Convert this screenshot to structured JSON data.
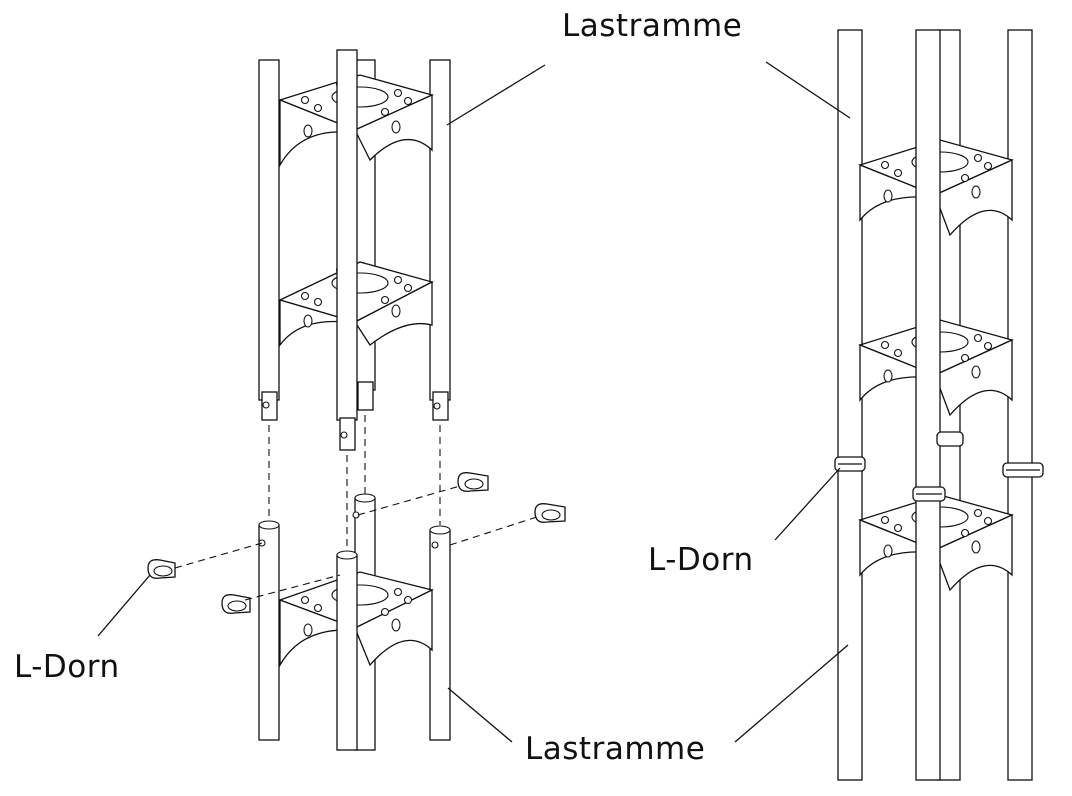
{
  "labels": {
    "top_left_lastramme": "Lastramme",
    "bottom_lastramme": "Lastramme",
    "left_l_dorn": "L-Dorn",
    "right_l_dorn": "L-Dorn"
  },
  "colors": {
    "line": "#111111",
    "background": "#ffffff"
  }
}
